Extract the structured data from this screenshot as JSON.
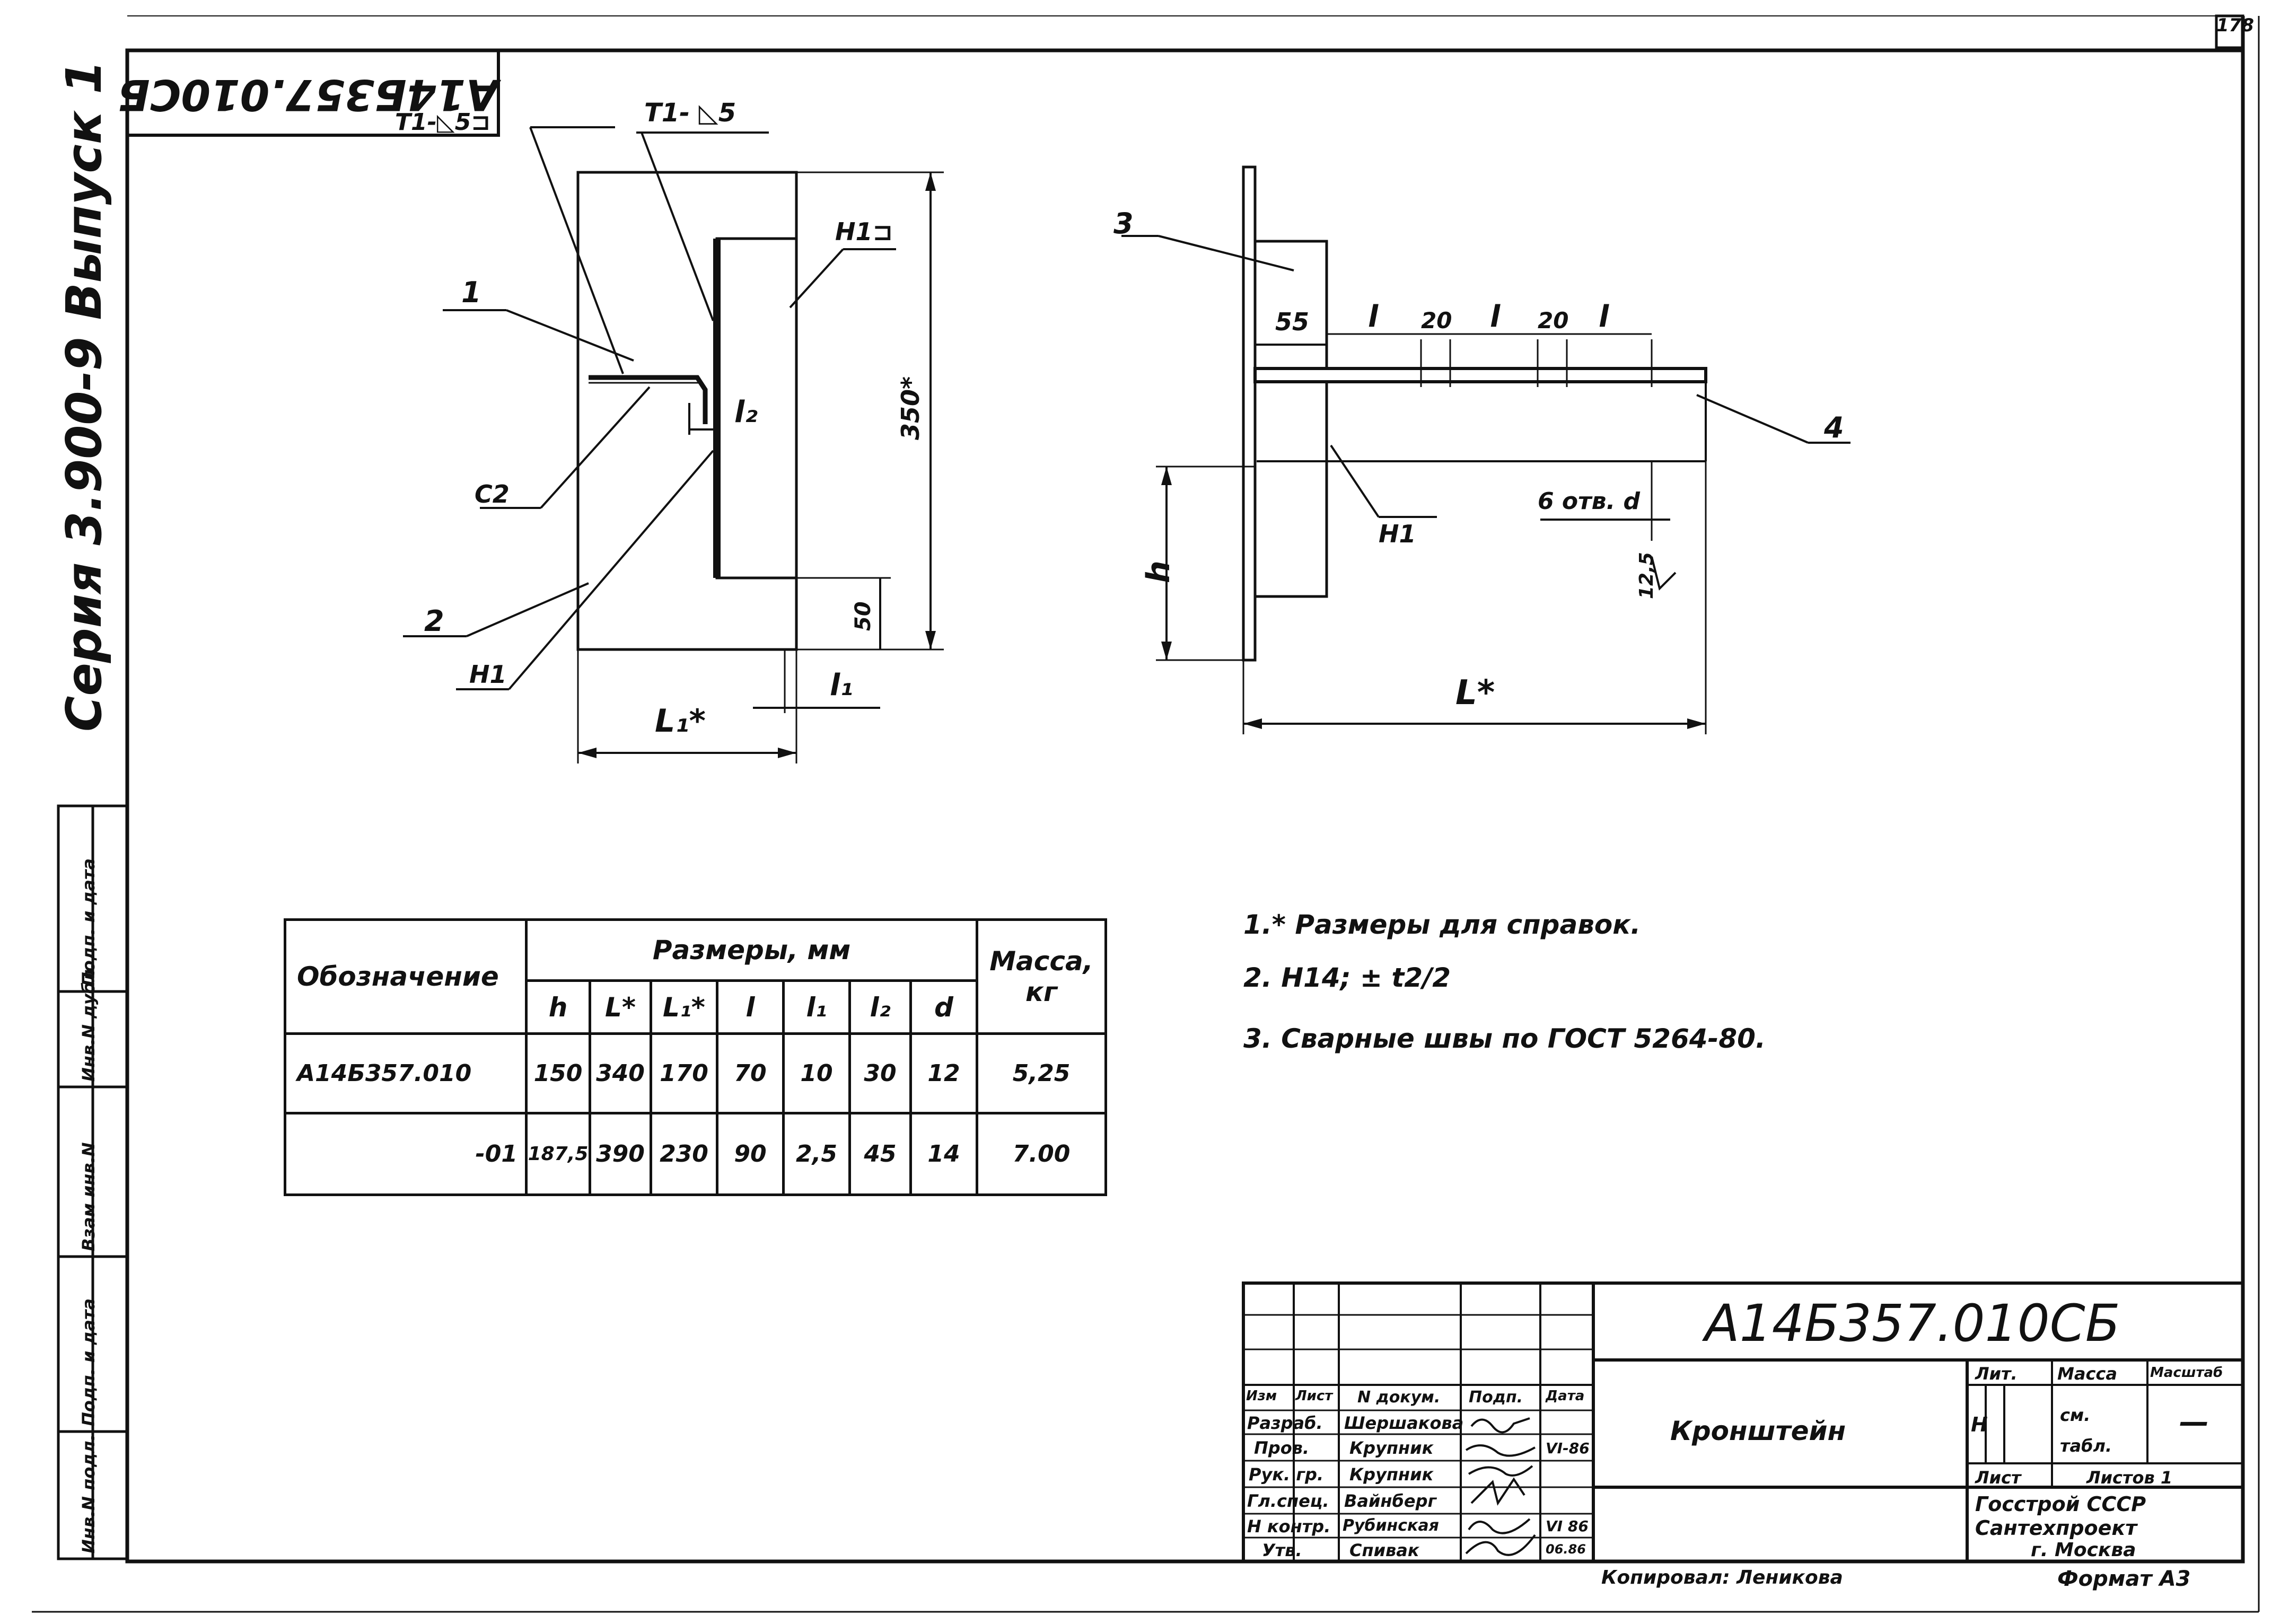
{
  "sheet": {
    "page_number": "178",
    "mirrored_code": "А14Б357.010СБ",
    "series": "Серия 3.900-9 Выпуск 1"
  },
  "side_stamp": [
    "Инв.N подл.",
    "Подп. и дата",
    "Взам инв.N",
    "Инв.N дубл.",
    "Подп. и дата"
  ],
  "left_view": {
    "weld_t1_box": "Т1-◺5⊐",
    "weld_t1": "Т1- ◺5",
    "weld_h1_box": "Н1⊐",
    "pos1": "1",
    "pos2": "2",
    "c2": "С2",
    "h1": "Н1",
    "dim_350": "350*",
    "dim_50": "50",
    "l1": "l₁",
    "l2": "l₂",
    "L1": "L₁*"
  },
  "right_view": {
    "pos3": "3",
    "pos4": "4",
    "dim_55": "55",
    "l_a": "l",
    "dim_20a": "20",
    "l_b": "l",
    "dim_20b": "20",
    "l_c": "l",
    "holes": "6 отв. d",
    "h1": "Н1",
    "dim_12_5": "12,5",
    "h": "h",
    "L": "L*"
  },
  "table": {
    "head_designation": "Обозначение",
    "head_sizes": "Размеры, мм",
    "head_mass": "Масса, кг",
    "columns": [
      "h",
      "L*",
      "L₁*",
      "l",
      "l₁",
      "l₂",
      "d"
    ],
    "rows": [
      {
        "designation": "А14Б357.010",
        "h": "150",
        "L": "340",
        "L1": "170",
        "l": "70",
        "l1": "10",
        "l2": "30",
        "d": "12",
        "mass": "5,25"
      },
      {
        "designation": "-01",
        "h": "187,5",
        "L": "390",
        "L1": "230",
        "l": "90",
        "l1": "2,5",
        "l2": "45",
        "d": "14",
        "mass": "7.00"
      }
    ]
  },
  "notes": [
    "1.* Размеры для справок.",
    "2. Н14; ± t2/2",
    "3. Сварные швы по ГОСТ 5264-80."
  ],
  "title_block": {
    "code": "А14Б357.010СБ",
    "name": "Кронштейн",
    "head_izm": "Изм",
    "head_list": "Лист",
    "head_doc": "N докум.",
    "head_sign": "Подп.",
    "head_date": "Дата",
    "roles": [
      "Разраб.",
      "Пров.",
      "Рук. гр.",
      "Гл.спец.",
      "Н контр.",
      "Утв."
    ],
    "names": [
      "Шершакова",
      "Крупник",
      "Крупник",
      "Вайнберг",
      "Рубинская",
      "Спивак"
    ],
    "dates": [
      "VI-86",
      "VI 86",
      "06.86"
    ],
    "lit_head": "Лит.",
    "mass_head": "Масса",
    "scale_head": "Масштаб",
    "lit_value": "Н",
    "mass_value": "см. табл.",
    "scale_value": "—",
    "sheet_label": "Лист",
    "sheets_label": "Листов 1",
    "org1": "Госстрой СССР",
    "org2": "Сантехпроект",
    "org3": "г. Москва",
    "copied": "Копировал: Леникова",
    "format": "Формат А3"
  }
}
